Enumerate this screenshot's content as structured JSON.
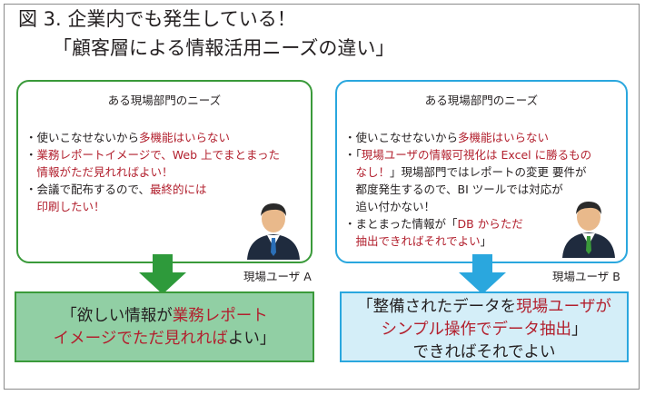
{
  "title": {
    "line1": "図 3. 企業内でも発生している！",
    "line2": "「顧客層による情報活用ニーズの違い」"
  },
  "panel_a": {
    "heading": "ある現場部門のニーズ",
    "bullets": [
      [
        {
          "t": "・使いこなせないから"
        },
        {
          "t": "多機能はいらない",
          "red": true
        }
      ],
      [
        {
          "t": "・"
        },
        {
          "t": "業務レポートイメージで、Web 上でまとまった",
          "red": true
        }
      ],
      [
        {
          "t": "　"
        },
        {
          "t": "情報がただ見れればよい！",
          "red": true
        }
      ],
      [
        {
          "t": "・会議で配布するので、"
        },
        {
          "t": "最終的には",
          "red": true
        }
      ],
      [
        {
          "t": "　"
        },
        {
          "t": "印刷したい！",
          "red": true
        }
      ]
    ],
    "user_label": "現場ユーザ A",
    "result_lines": [
      [
        {
          "t": "「欲しい情報が"
        },
        {
          "t": "業務レポート",
          "red": true
        }
      ],
      [
        {
          "t": "イメージでただ見れれば",
          "red": true
        },
        {
          "t": "よい」"
        }
      ]
    ]
  },
  "panel_b": {
    "heading": "ある現場部門のニーズ",
    "bullets": [
      [
        {
          "t": "・使いこなせないから"
        },
        {
          "t": "多機能はいらない",
          "red": true
        }
      ],
      [
        {
          "t": "・「"
        },
        {
          "t": "現場ユーザの情報可視化は Excel に勝るもの",
          "red": true
        }
      ],
      [
        {
          "t": "　"
        },
        {
          "t": "なし！",
          "red": true
        },
        {
          "t": "」現場部門ではレポートの変更 要件が"
        }
      ],
      [
        {
          "t": "　都度発生するので、BI ツールでは対応が"
        }
      ],
      [
        {
          "t": "　追い付かない！"
        }
      ],
      [
        {
          "t": "・まとまった情報が「"
        },
        {
          "t": "DB からただ",
          "red": true
        }
      ],
      [
        {
          "t": "　"
        },
        {
          "t": "抽出できればそれでよい",
          "red": true
        },
        {
          "t": "」"
        }
      ]
    ],
    "user_label": "現場ユーザ B",
    "result_lines": [
      [
        {
          "t": "「整備されたデータを"
        },
        {
          "t": "現場ユーザが",
          "red": true
        }
      ],
      [
        {
          "t": "シンプル操作でデータ抽出",
          "red": true
        },
        {
          "t": "」"
        }
      ],
      [
        {
          "t": "できればそれでよい"
        }
      ]
    ]
  },
  "colors": {
    "green_border": "#3a9a3a",
    "green_fill": "#91cfa4",
    "blue_border": "#2aa7de",
    "blue_fill": "#d4eef8",
    "red_text": "#b2202e"
  },
  "icons": {
    "user_a": "business-person-blue-tie-icon",
    "user_b": "business-person-green-tie-icon",
    "arrow_a": "down-arrow-green-icon",
    "arrow_b": "down-arrow-blue-icon"
  }
}
